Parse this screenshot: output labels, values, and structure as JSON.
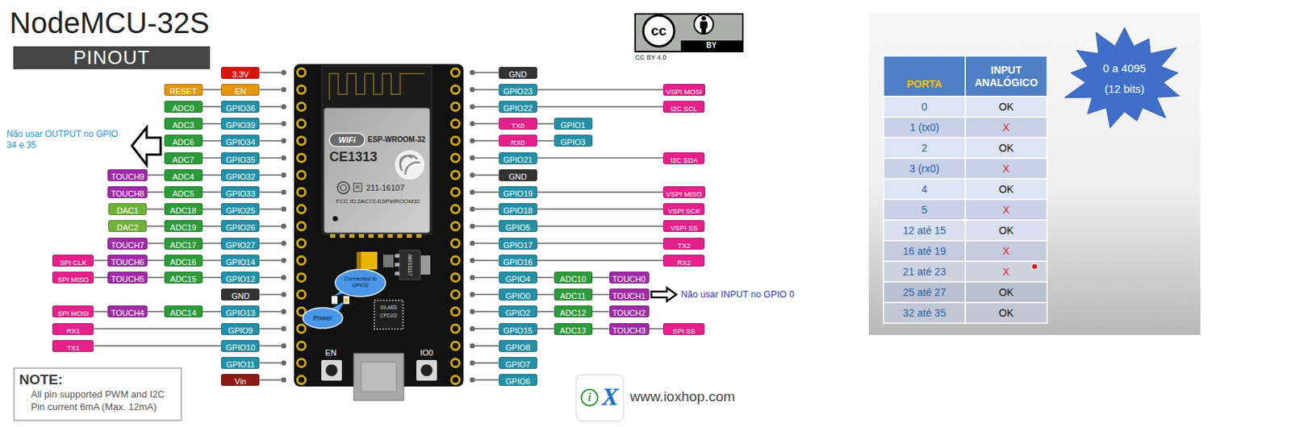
{
  "diagram": {
    "title": "NodeMCU-32S",
    "nodes": [
      {
        "text": [
          "PINOUT"
        ]
      },
      {
        "text": [
          "3.3V"
        ]
      },
      {
        "text": [
          "GND"
        ]
      },
      {
        "text": [
          "RESET"
        ]
      },
      {
        "text": [
          "EN"
        ]
      },
      {
        "text": [
          "GPIO23"
        ]
      },
      {
        "text": [
          "VSPI MOSI"
        ]
      },
      {
        "text": [
          "ADC0"
        ]
      },
      {
        "text": [
          "GPIO36"
        ]
      },
      {
        "text": [
          "GPIO22"
        ]
      },
      {
        "text": [
          "I2C SCL"
        ]
      },
      {
        "text": [
          "ADC3"
        ]
      },
      {
        "text": [
          "GPIO39"
        ]
      },
      {
        "text": [
          "TX0"
        ]
      },
      {
        "text": [
          "GPIO1"
        ]
      },
      {
        "text": [
          "ADC6"
        ]
      },
      {
        "text": [
          "GPIO34"
        ]
      },
      {
        "text": [
          "RX0"
        ]
      },
      {
        "text": [
          "GPIO3"
        ]
      },
      {
        "text": [
          "ADC7"
        ]
      },
      {
        "text": [
          "GPIO35"
        ]
      },
      {
        "text": [
          "GPIO21"
        ]
      },
      {
        "text": [
          "I2C SDA"
        ]
      },
      {
        "text": [
          "TOUCH9"
        ]
      },
      {
        "text": [
          "ADC4"
        ]
      },
      {
        "text": [
          "GPIO32"
        ]
      },
      {
        "text": [
          "GND"
        ]
      },
      {
        "text": [
          "TOUCH8"
        ]
      },
      {
        "text": [
          "ADC5"
        ]
      },
      {
        "text": [
          "GPIO33"
        ]
      },
      {
        "text": [
          "GPIO19"
        ]
      },
      {
        "text": [
          "VSPI MISO"
        ]
      },
      {
        "text": [
          "DAC1"
        ]
      },
      {
        "text": [
          "ADC18"
        ]
      },
      {
        "text": [
          "GPIO25"
        ]
      },
      {
        "text": [
          "GPIO18"
        ]
      },
      {
        "text": [
          "VSPI SCK"
        ]
      },
      {
        "text": [
          "DAC2"
        ]
      },
      {
        "text": [
          "ADC19"
        ]
      },
      {
        "text": [
          "GPIO26"
        ]
      },
      {
        "text": [
          "GPIO5"
        ]
      },
      {
        "text": [
          "VSPI SS"
        ]
      },
      {
        "text": [
          "TOUCH7"
        ]
      },
      {
        "text": [
          "ADC17"
        ]
      },
      {
        "text": [
          "GPIO27"
        ]
      },
      {
        "text": [
          "GPIO17"
        ]
      },
      {
        "text": [
          "TX2"
        ]
      },
      {
        "text": [
          "SPI CLK"
        ]
      },
      {
        "text": [
          "TOUCH6"
        ]
      },
      {
        "text": [
          "ADC16"
        ]
      },
      {
        "text": [
          "GPIO14"
        ]
      },
      {
        "text": [
          "GPIO16"
        ]
      },
      {
        "text": [
          "RX2"
        ]
      },
      {
        "text": [
          "SPI MISO"
        ]
      },
      {
        "text": [
          "TOUCH5"
        ]
      },
      {
        "text": [
          "ADC15"
        ]
      },
      {
        "text": [
          "GPIO12"
        ]
      },
      {
        "text": [
          "GPIO4"
        ]
      },
      {
        "text": [
          "ADC10"
        ]
      },
      {
        "text": [
          "TOUCH0"
        ]
      },
      {
        "text": [
          "GND"
        ]
      },
      {
        "text": [
          "GPIO0"
        ]
      },
      {
        "text": [
          "ADC11"
        ]
      },
      {
        "text": [
          "TOUCH1"
        ]
      },
      {
        "text": [
          "SPI MOSI"
        ]
      },
      {
        "text": [
          "TOUCH4"
        ]
      },
      {
        "text": [
          "ADC14"
        ]
      },
      {
        "text": [
          "GPIO13"
        ]
      },
      {
        "text": [
          "GPIO2"
        ]
      },
      {
        "text": [
          "ADC12"
        ]
      },
      {
        "text": [
          "TOUCH2"
        ]
      },
      {
        "text": [
          "RX1"
        ]
      },
      {
        "text": [
          "GPIO9"
        ]
      },
      {
        "text": [
          "GPIO15"
        ]
      },
      {
        "text": [
          "ADC13"
        ]
      },
      {
        "text": [
          "TOUCH3"
        ]
      },
      {
        "text": [
          "SPI SS"
        ]
      },
      {
        "text": [
          "TX1"
        ]
      },
      {
        "text": [
          "GPIO10"
        ]
      },
      {
        "text": [
          "GPIO8"
        ]
      },
      {
        "text": [
          "GPIO11"
        ]
      },
      {
        "text": [
          "GPIO7"
        ]
      },
      {
        "text": [
          "Vin"
        ]
      },
      {
        "text": [
          "GPIO6"
        ]
      },
      {
        "text": [
          "Connected to GPIO2"
        ]
      },
      {
        "text": [
          "Power"
        ]
      },
      {
        "text": [
          "NOTE:",
          "All pin supported PWM and I2C",
          "Pin current 6mA (Max. 12mA)"
        ]
      },
      {
        "text": [
          "0 a 4095",
          "(12 bits)"
        ]
      }
    ],
    "edges": [
      {
        "from": 3,
        "to": 4,
        "arrow": "none"
      },
      {
        "from": 5,
        "to": 6,
        "arrow": "none"
      },
      {
        "from": 7,
        "to": 8,
        "arrow": "none"
      },
      {
        "from": 9,
        "to": 10,
        "arrow": "none"
      },
      {
        "from": 11,
        "to": 12,
        "arrow": "none"
      },
      {
        "from": 13,
        "to": 14,
        "arrow": "none"
      },
      {
        "from": 15,
        "to": 16,
        "arrow": "none"
      },
      {
        "from": 17,
        "to": 18,
        "arrow": "none"
      },
      {
        "from": 19,
        "to": 20,
        "arrow": "none"
      },
      {
        "from": 21,
        "to": 22,
        "arrow": "none"
      },
      {
        "from": 23,
        "to": 24,
        "arrow": "none"
      },
      {
        "from": 24,
        "to": 25,
        "arrow": "none"
      },
      {
        "from": 27,
        "to": 28,
        "arrow": "none"
      },
      {
        "from": 28,
        "to": 29,
        "arrow": "none"
      },
      {
        "from": 30,
        "to": 31,
        "arrow": "none"
      },
      {
        "from": 32,
        "to": 33,
        "arrow": "none"
      },
      {
        "from": 33,
        "to": 34,
        "arrow": "none"
      },
      {
        "from": 35,
        "to": 36,
        "arrow": "none"
      },
      {
        "from": 37,
        "to": 38,
        "arrow": "none"
      },
      {
        "from": 38,
        "to": 39,
        "arrow": "none"
      },
      {
        "from": 40,
        "to": 41,
        "arrow": "none"
      },
      {
        "from": 42,
        "to": 43,
        "arrow": "none"
      },
      {
        "from": 43,
        "to": 44,
        "arrow": "none"
      },
      {
        "from": 45,
        "to": 46,
        "arrow": "none"
      },
      {
        "from": 47,
        "to": 48,
        "arrow": "none"
      },
      {
        "from": 48,
        "to": 49,
        "arrow": "none"
      },
      {
        "from": 49,
        "to": 50,
        "arrow": "none"
      },
      {
        "from": 51,
        "to": 52,
        "arrow": "none"
      },
      {
        "from": 53,
        "to": 54,
        "arrow": "none"
      },
      {
        "from": 54,
        "to": 55,
        "arrow": "none"
      },
      {
        "from": 55,
        "to": 56,
        "arrow": "none"
      },
      {
        "from": 57,
        "to": 58,
        "arrow": "none"
      },
      {
        "from": 58,
        "to": 59,
        "arrow": "none"
      },
      {
        "from": 61,
        "to": 62,
        "arrow": "none"
      },
      {
        "from": 62,
        "to": 63,
        "arrow": "none"
      },
      {
        "from": 64,
        "to": 65,
        "arrow": "none"
      },
      {
        "from": 65,
        "to": 66,
        "arrow": "none"
      },
      {
        "from": 66,
        "to": 67,
        "arrow": "none"
      },
      {
        "from": 68,
        "to": 69,
        "arrow": "none"
      },
      {
        "from": 69,
        "to": 70,
        "arrow": "none"
      },
      {
        "from": 71,
        "to": 72,
        "arrow": "none"
      },
      {
        "from": 73,
        "to": 74,
        "arrow": "none"
      },
      {
        "from": 74,
        "to": 75,
        "arrow": "none"
      },
      {
        "from": 75,
        "to": 76,
        "arrow": "none"
      },
      {
        "from": 77,
        "to": 78,
        "arrow": "none"
      }
    ],
    "labels": [
      "Não usar OUTPUT no GPIO 34 e 35",
      "Não usar INPUT no GPIO 0",
      "cc",
      "BY",
      "CC BY 4.0",
      "WiFi",
      "ESP-WROOM-32",
      "CE1313",
      "R",
      "211-16107",
      "FCC ID:2AC7Z-ESPWROOM32",
      "AMS1117",
      "SILABS",
      "CP2102",
      "EN",
      "IO0",
      "i",
      "X",
      "www.ioxhop.com",
      "PORTA",
      "INPUT ANALÓGICO",
      "0",
      "OK",
      "1 (tx0)",
      "X",
      "2",
      "OK",
      "3 (rx0)",
      "X",
      "4",
      "OK",
      "5",
      "X",
      "12 até 15",
      "OK",
      "16 até 19",
      "X",
      "21 até 23",
      "X",
      "25 até 27",
      "OK",
      "32 até 35",
      "OK"
    ]
  }
}
